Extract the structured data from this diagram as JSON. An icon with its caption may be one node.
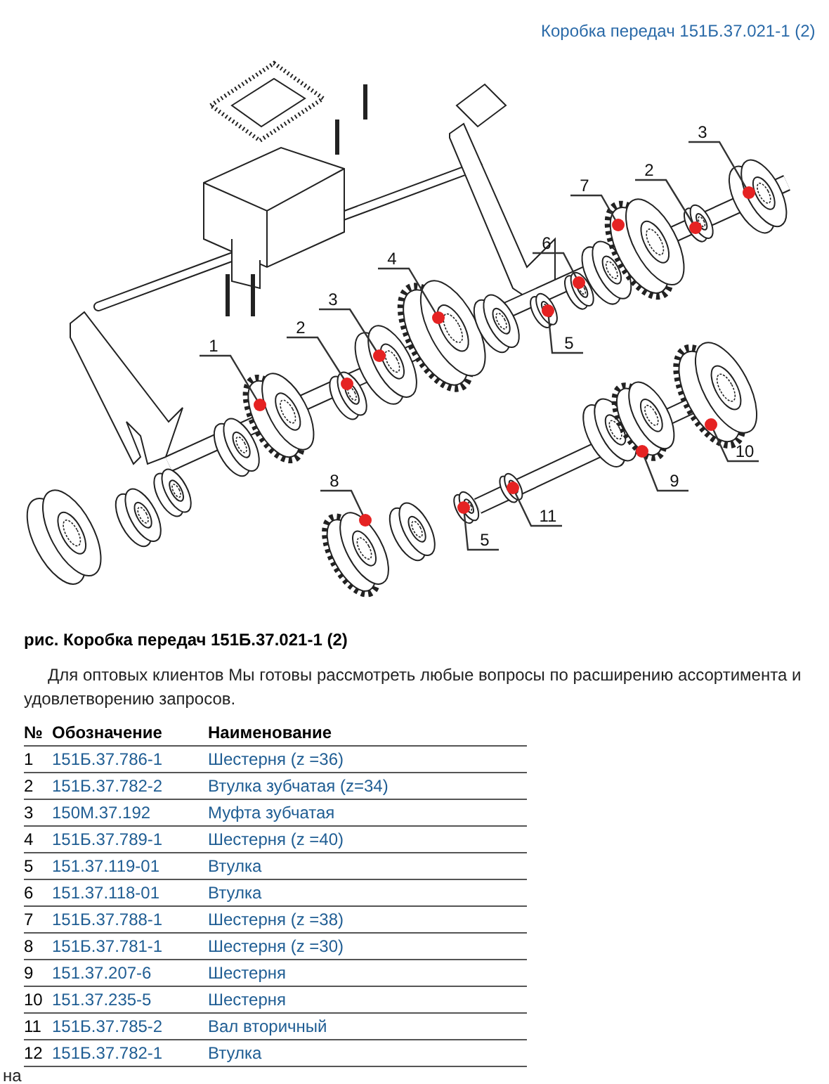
{
  "diagram": {
    "title": "рис. Коробка передач 151Б.37.021-1 (2)",
    "nodes": [
      {
        "text": [
          "3"
        ]
      },
      {
        "text": [
          "2"
        ]
      },
      {
        "text": [
          "7"
        ]
      },
      {
        "text": [
          "6"
        ]
      },
      {
        "text": [
          "4"
        ]
      },
      {
        "text": [
          "3"
        ]
      },
      {
        "text": [
          "2"
        ]
      },
      {
        "text": [
          "1"
        ]
      },
      {
        "text": [
          "5"
        ]
      },
      {
        "text": [
          "10"
        ]
      },
      {
        "text": [
          "9"
        ]
      },
      {
        "text": [
          "8"
        ]
      },
      {
        "text": [
          "11"
        ]
      },
      {
        "text": [
          "5"
        ]
      },
      {
        "text": [],
        "shape": "circle"
      },
      {
        "text": [],
        "shape": "circle"
      },
      {
        "text": [],
        "shape": "circle"
      },
      {
        "text": [],
        "shape": "circle"
      },
      {
        "text": [],
        "shape": "circle"
      },
      {
        "text": [],
        "shape": "circle"
      },
      {
        "text": [],
        "shape": "circle"
      },
      {
        "text": [],
        "shape": "circle"
      },
      {
        "text": [],
        "shape": "circle"
      },
      {
        "text": [],
        "shape": "circle"
      },
      {
        "text": [],
        "shape": "circle"
      },
      {
        "text": [],
        "shape": "circle"
      },
      {
        "text": [],
        "shape": "circle"
      },
      {
        "text": [],
        "shape": "circle"
      }
    ],
    "edges": [
      {
        "from": 0,
        "to": 14,
        "arrow": "none"
      },
      {
        "from": 1,
        "to": 15,
        "arrow": "none"
      },
      {
        "from": 2,
        "to": 16,
        "arrow": "none"
      },
      {
        "from": 3,
        "to": 17,
        "arrow": "none"
      },
      {
        "from": 4,
        "to": 18,
        "arrow": "none"
      },
      {
        "from": 5,
        "to": 19,
        "arrow": "none"
      },
      {
        "from": 6,
        "to": 20,
        "arrow": "none"
      },
      {
        "from": 7,
        "to": 21,
        "arrow": "none"
      },
      {
        "from": 8,
        "to": 22,
        "arrow": "none"
      },
      {
        "from": 9,
        "to": 23,
        "arrow": "none"
      },
      {
        "from": 10,
        "to": 24,
        "arrow": "none"
      },
      {
        "from": 11,
        "to": 25,
        "arrow": "none"
      },
      {
        "from": 12,
        "to": 26,
        "arrow": "none"
      },
      {
        "from": 13,
        "to": 27,
        "arrow": "none"
      }
    ],
    "labels": [
      "Коробка передач 151Б.37.021-1 (2)",
      "Для оптовых клиентов Мы готовы рассмотреть любые вопросы по расширению ассортимента и удовлетворению запросов.",
      "№",
      "Обозначение",
      "Наименование",
      "1",
      "151Б.37.786-1",
      "Шестерня (z =36)",
      "2",
      "151Б.37.782-2",
      "Втулка зубчатая (z=34)",
      "3",
      "150М.37.192",
      "Муфта зубчатая",
      "4",
      "151Б.37.789-1",
      "Шестерня (z =40)",
      "5",
      "151.37.119-01",
      "Втулка",
      "6",
      "151.37.118-01",
      "Втулка",
      "7",
      "151Б.37.788-1",
      "Шестерня (z =38)",
      "8",
      "151Б.37.781-1",
      "Шестерня (z =30)",
      "9",
      "151.37.207-6",
      "Шестерня",
      "10",
      "151.37.235-5",
      "Шестерня",
      "11",
      "151Б.37.785-2",
      "Вал вторичный",
      "12",
      "151Б.37.782-1",
      "Втулка",
      "на"
    ]
  }
}
